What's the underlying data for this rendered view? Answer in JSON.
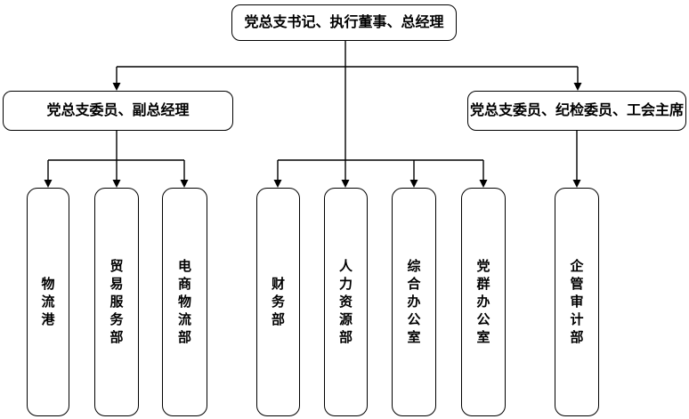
{
  "org": {
    "root": {
      "label": "党总支书记、执行董事、总经理"
    },
    "level2": [
      {
        "label": "党总支委员、副总经理"
      },
      {
        "label": "党总支委员、纪检委员、工会主席"
      }
    ],
    "departments": [
      {
        "label": "物流港"
      },
      {
        "label": "贸易服务部"
      },
      {
        "label": "电商物流部"
      },
      {
        "label": "财务部"
      },
      {
        "label": "人力资源部"
      },
      {
        "label": "综合办公室"
      },
      {
        "label": "党群办公室"
      },
      {
        "label": "企管审计部"
      }
    ],
    "colors": {
      "line": "#000000",
      "box_border": "#000000",
      "box_fill": "#ffffff",
      "text": "#000000",
      "background": "#ffffff"
    }
  }
}
